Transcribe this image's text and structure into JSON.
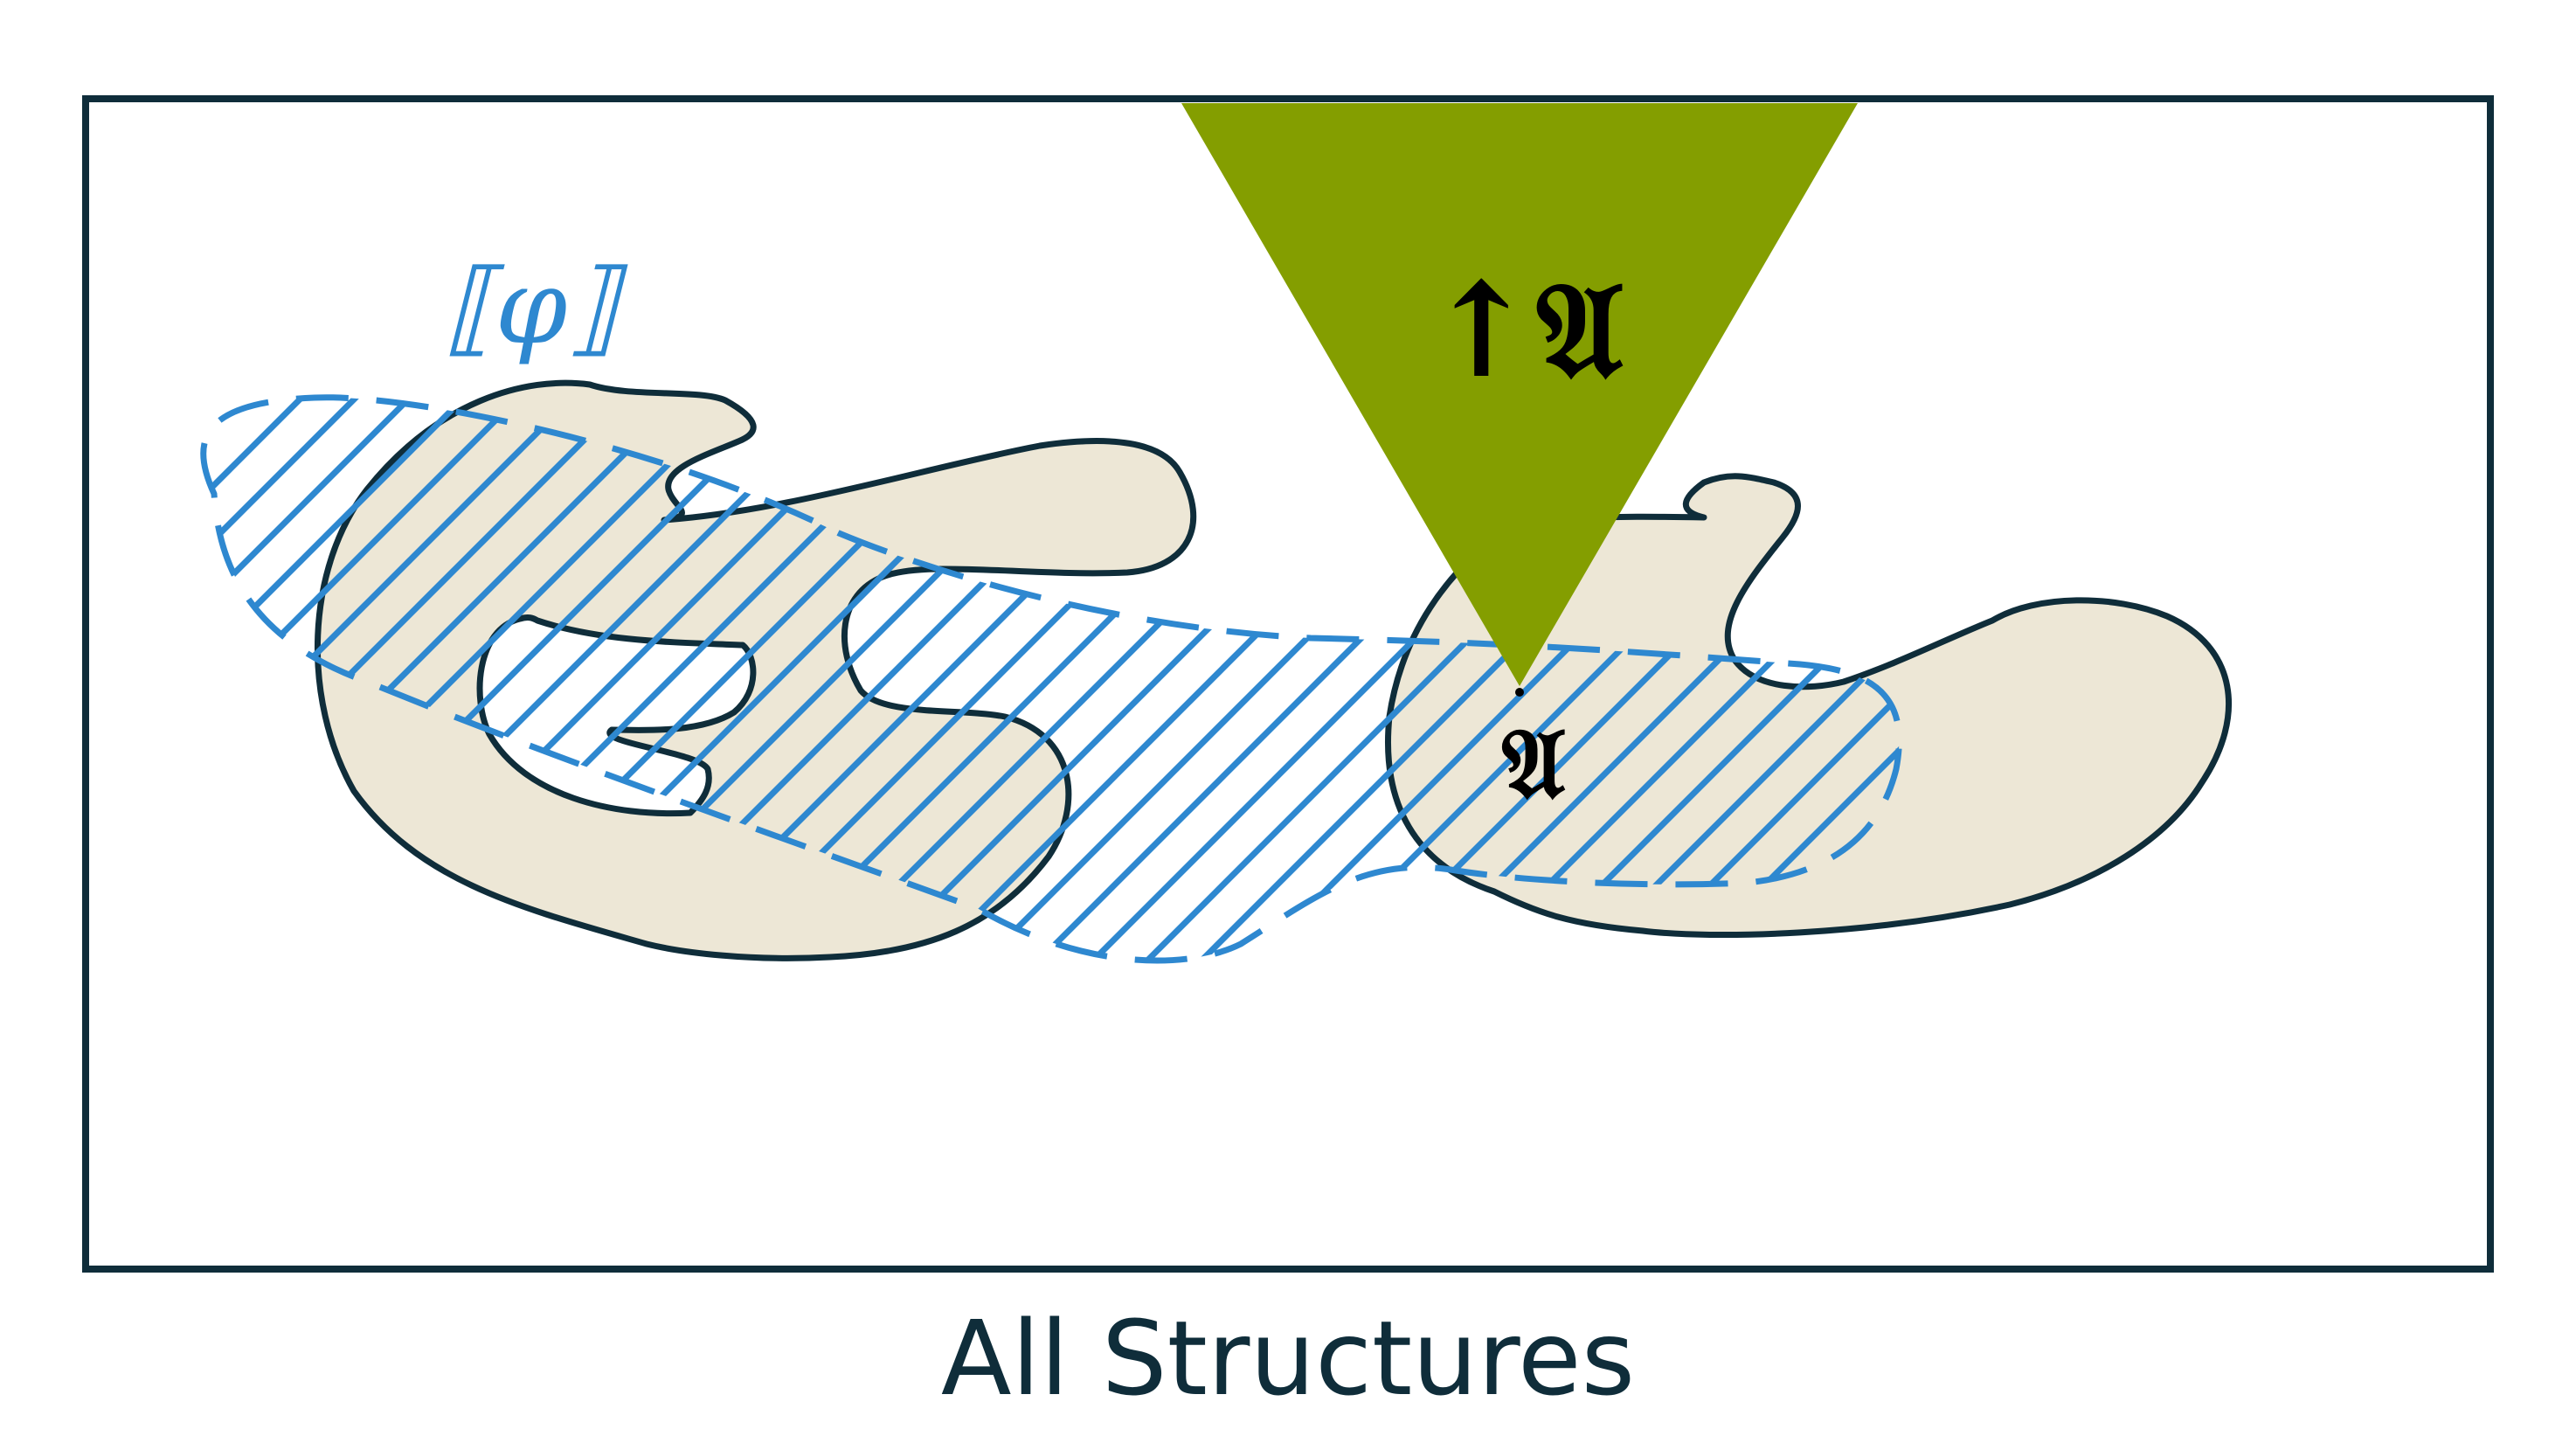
{
  "caption": "All Structures",
  "labels": {
    "formula_extension": "⟦φ⟧",
    "upset": "↑𝔄",
    "structure": "𝔄"
  },
  "colors": {
    "frame": "#0f2d3a",
    "blob_fill": "#ede7d6",
    "blob_stroke": "#0f2d3a",
    "hatch": "#2e88d0",
    "cone": "#849e00",
    "text": "#0f2d3a"
  }
}
